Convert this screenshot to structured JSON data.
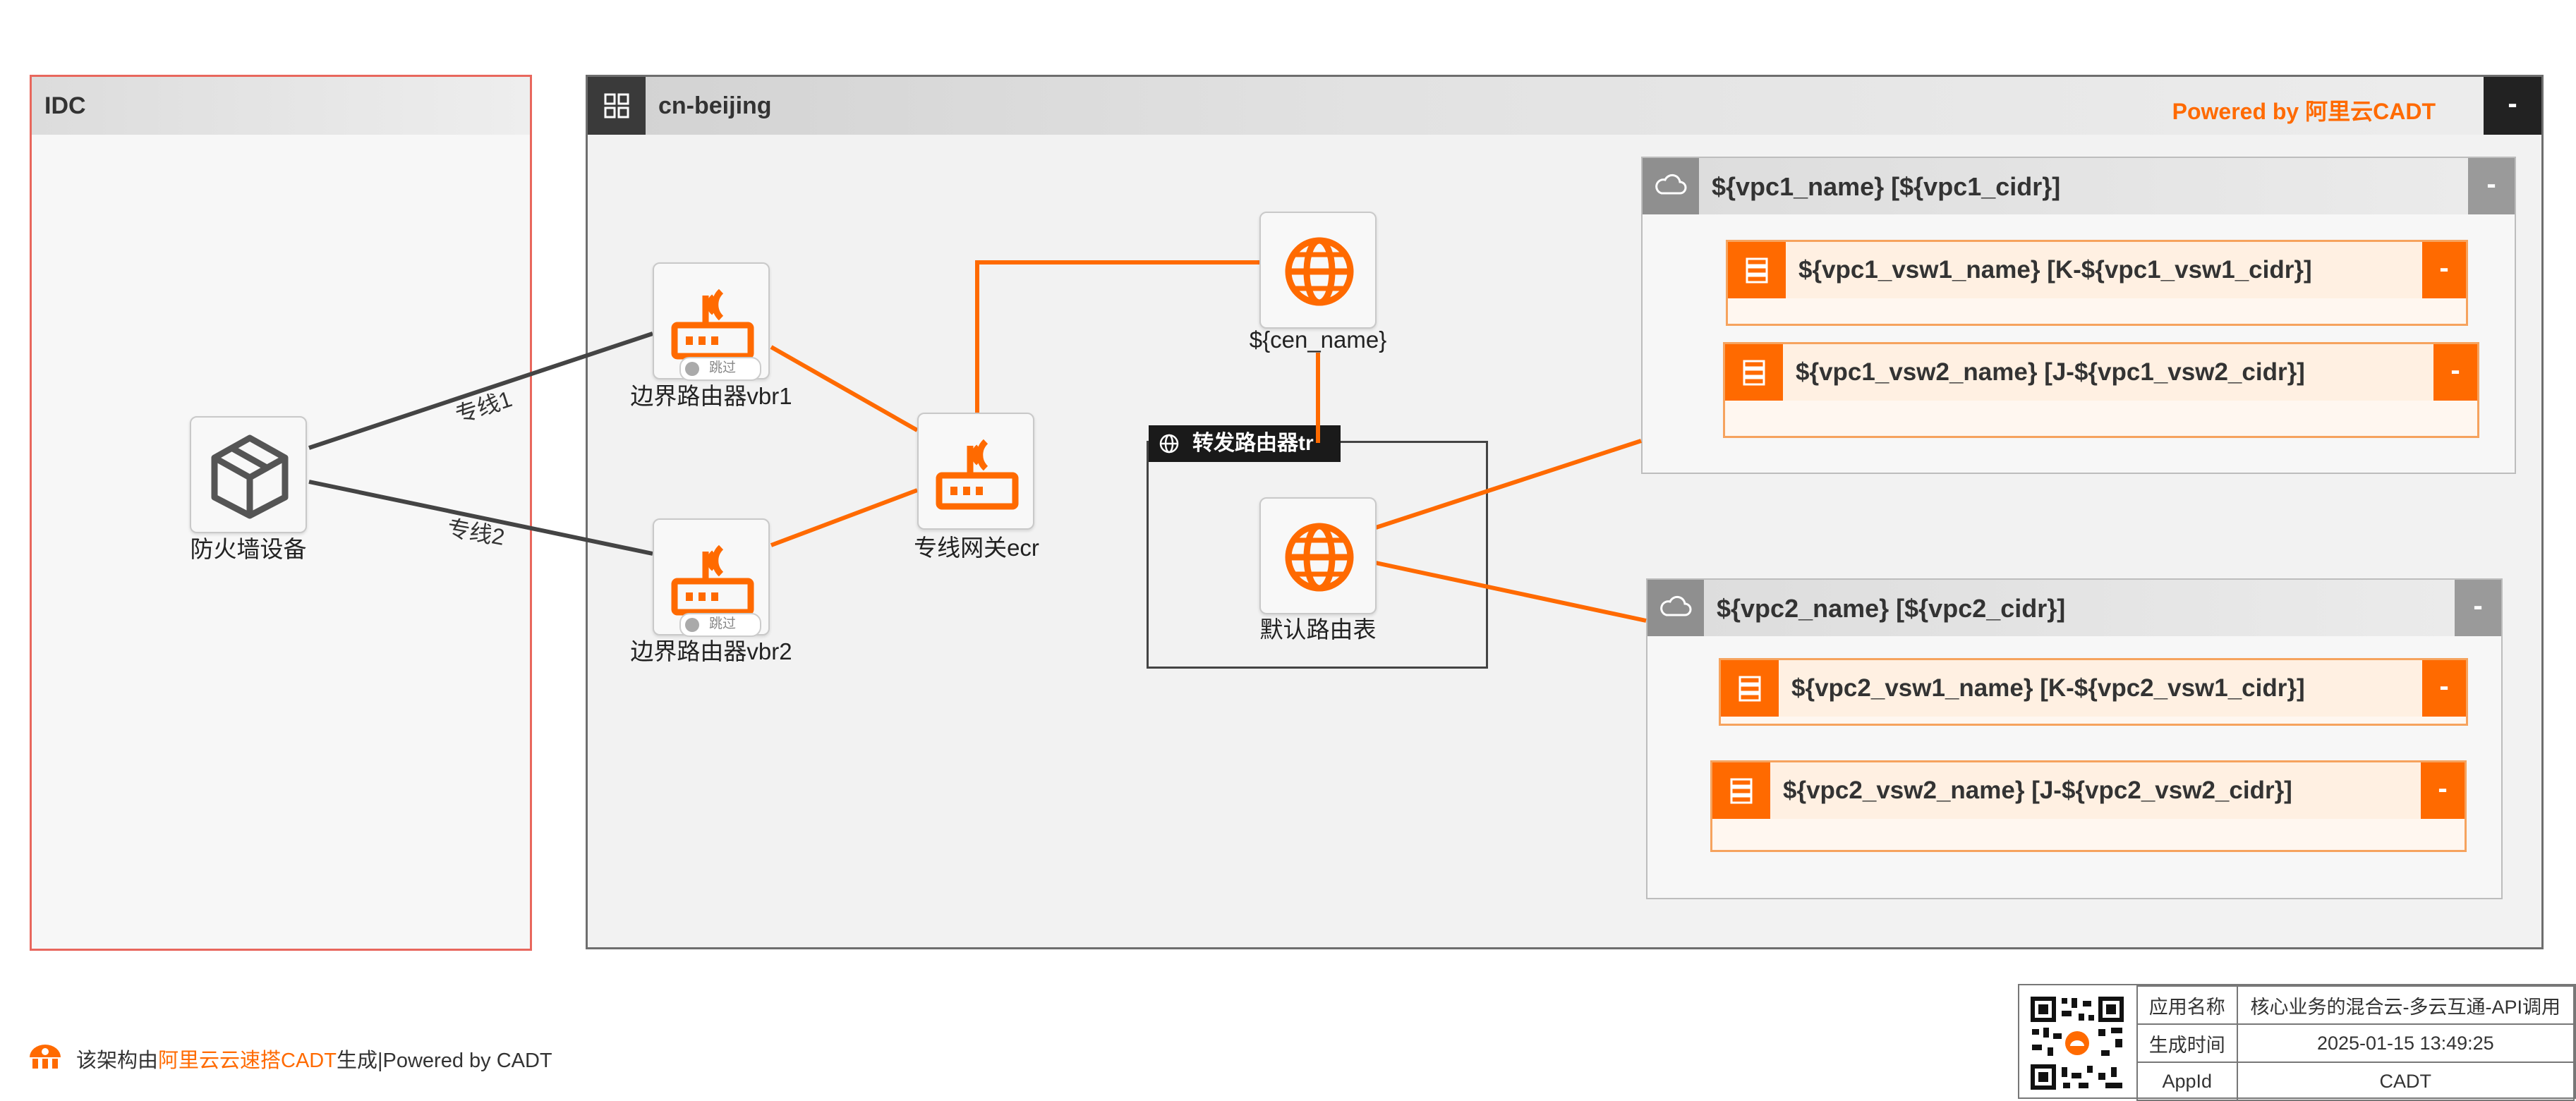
{
  "zones": {
    "idc": {
      "title": "IDC"
    },
    "region": {
      "title": "cn-beijing",
      "powered": "Powered by 阿里云CADT",
      "collapse": "-"
    }
  },
  "nodes": {
    "firewall": "防火墙设备",
    "vbr1": "边界路由器vbr1",
    "vbr2": "边界路由器vbr2",
    "ecr": "专线网关ecr",
    "cen": "${cen_name}",
    "route_table": "默认路由表",
    "skip_badge": "跳过"
  },
  "links": {
    "line1": "专线1",
    "line2": "专线2"
  },
  "tr_group": {
    "title": "转发路由器tr"
  },
  "vpcs": [
    {
      "title": "${vpc1_name} [${vpc1_cidr}]",
      "collapse": "-",
      "vswitches": [
        {
          "title": "${vpc1_vsw1_name} [K-${vpc1_vsw1_cidr}]",
          "collapse": "-"
        },
        {
          "title": "${vpc1_vsw2_name} [J-${vpc1_vsw2_cidr}]",
          "collapse": "-"
        }
      ]
    },
    {
      "title": "${vpc2_name} [${vpc2_cidr}]",
      "collapse": "-",
      "vswitches": [
        {
          "title": "${vpc2_vsw1_name} [K-${vpc2_vsw1_cidr}]",
          "collapse": "-"
        },
        {
          "title": "${vpc2_vsw2_name} [J-${vpc2_vsw2_cidr}]",
          "collapse": "-"
        }
      ]
    }
  ],
  "footer": {
    "prefix": "该架构由",
    "brand": "阿里云云速搭CADT",
    "suffix": "生成|Powered by CADT"
  },
  "info_table": {
    "app_name_label": "应用名称",
    "app_name": "核心业务的混合云-多云互通-API调用",
    "time_label": "生成时间",
    "time": "2025-01-15 13:49:25",
    "appid_label": "AppId",
    "appid": "CADT"
  },
  "colors": {
    "accent": "#ff6a00",
    "idc_border": "#e8675d",
    "connector": "#444444"
  },
  "icons": {
    "region": "grid-icon",
    "vpc": "cloud-icon",
    "vswitch": "server-stack-icon",
    "router": "router-icon",
    "globe": "globe-icon",
    "firewall": "cube-icon",
    "logo": "cadt-logo-icon"
  }
}
